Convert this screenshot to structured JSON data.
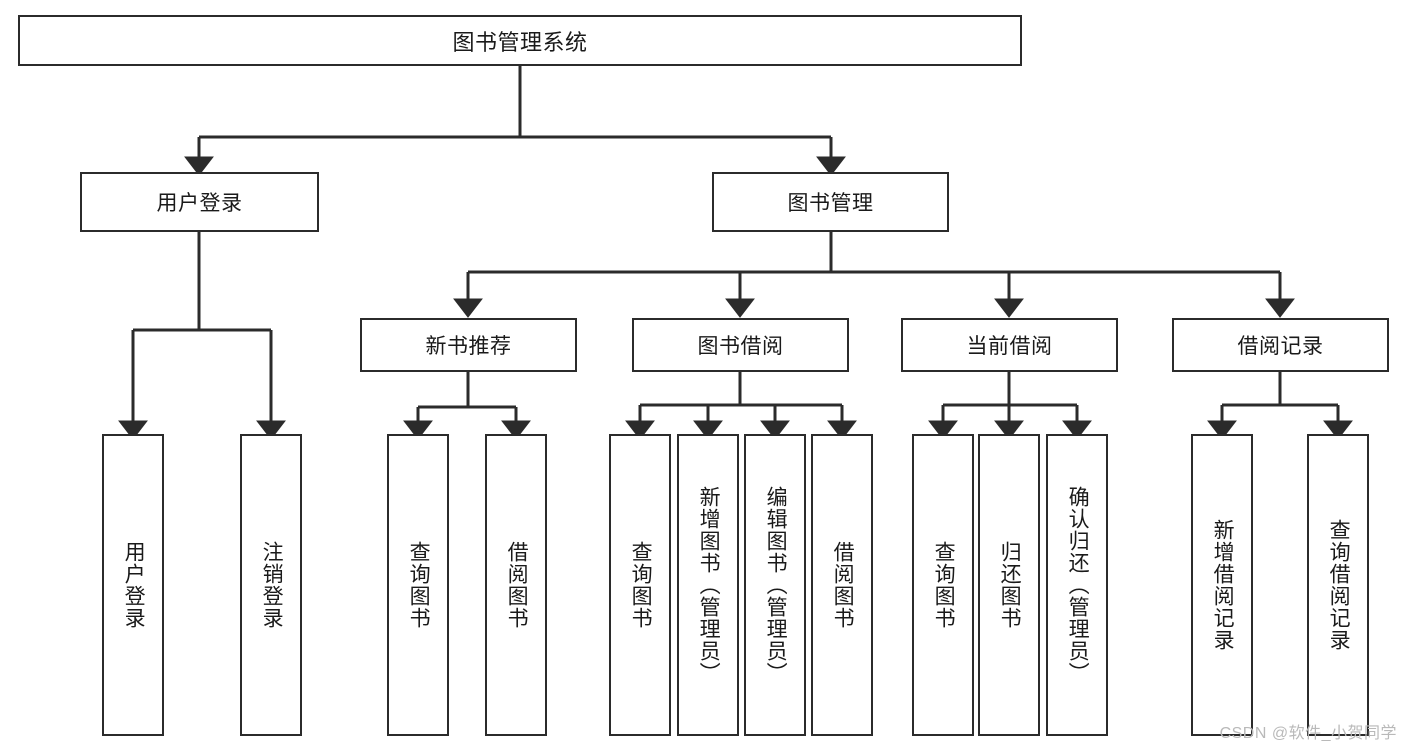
{
  "diagram": {
    "type": "tree-hierarchy-chart",
    "title": "图书管理系统",
    "watermark": "CSDN @软件_小贺同学",
    "colors": {
      "stroke": "#2b2b2b",
      "fill": "#ffffff",
      "text": "#1a1a1a",
      "watermark": "#b9b9b9"
    },
    "levels": {
      "root": {
        "label": "图书管理系统"
      },
      "level2": [
        {
          "id": "user-login",
          "label": "用户登录"
        },
        {
          "id": "book-management",
          "label": "图书管理"
        }
      ],
      "level3": [
        {
          "id": "new-book-recommend",
          "label": "新书推荐",
          "parent": "book-management"
        },
        {
          "id": "book-borrow",
          "label": "图书借阅",
          "parent": "book-management"
        },
        {
          "id": "current-borrow",
          "label": "当前借阅",
          "parent": "book-management"
        },
        {
          "id": "borrow-record",
          "label": "借阅记录",
          "parent": "book-management"
        }
      ],
      "leaves": [
        {
          "id": "leaf-user-login",
          "label": "用户登录",
          "parent": "user-login"
        },
        {
          "id": "leaf-logout-login",
          "label": "注销登录",
          "parent": "user-login"
        },
        {
          "id": "leaf-query-book-1",
          "label": "查询图书",
          "parent": "new-book-recommend"
        },
        {
          "id": "leaf-borrow-book-1",
          "label": "借阅图书",
          "parent": "new-book-recommend"
        },
        {
          "id": "leaf-query-book-2",
          "label": "查询图书",
          "parent": "book-borrow"
        },
        {
          "id": "leaf-add-book",
          "label": "新增图书（管理员）",
          "parent": "book-borrow"
        },
        {
          "id": "leaf-edit-book",
          "label": "编辑图书（管理员）",
          "parent": "book-borrow"
        },
        {
          "id": "leaf-borrow-book-2",
          "label": "借阅图书",
          "parent": "book-borrow"
        },
        {
          "id": "leaf-query-book-3",
          "label": "查询图书",
          "parent": "current-borrow"
        },
        {
          "id": "leaf-return-book",
          "label": "归还图书",
          "parent": "current-borrow"
        },
        {
          "id": "leaf-confirm-return",
          "label": "确认归还（管理员）",
          "parent": "current-borrow"
        },
        {
          "id": "leaf-add-record",
          "label": "新增借阅记录",
          "parent": "borrow-record"
        },
        {
          "id": "leaf-query-record",
          "label": "查询借阅记录",
          "parent": "borrow-record"
        }
      ]
    }
  }
}
